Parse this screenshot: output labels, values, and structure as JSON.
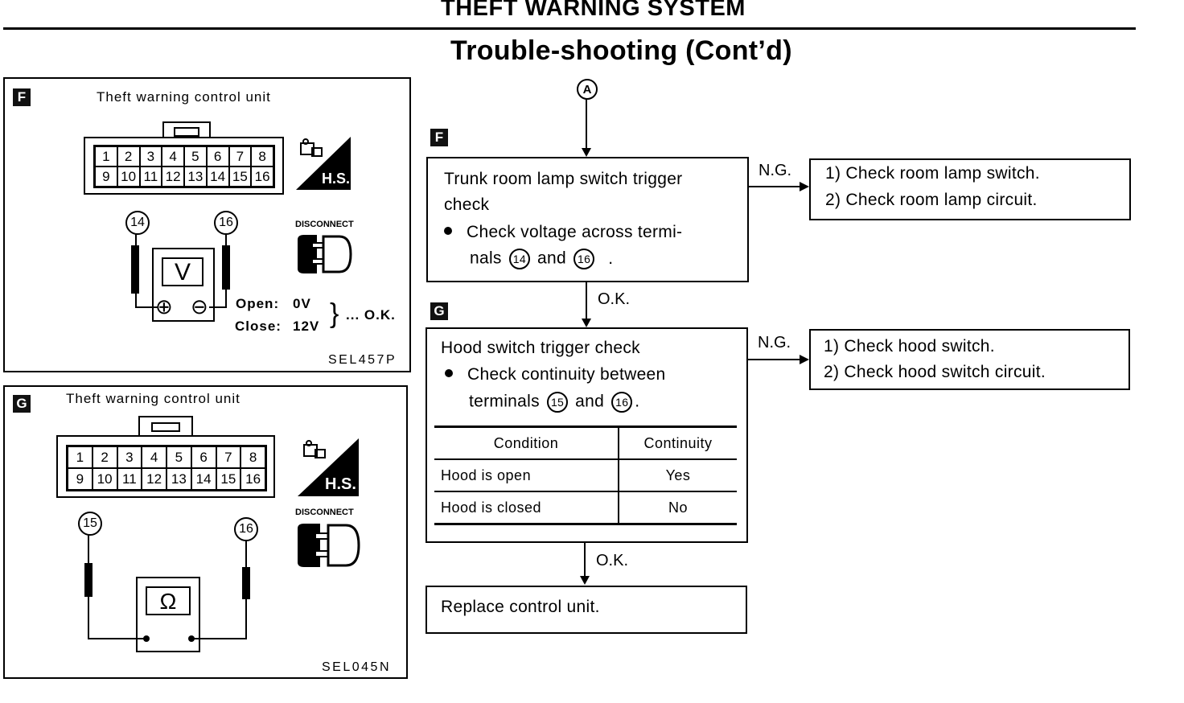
{
  "header": {
    "system_title": "THEFT WARNING SYSTEM",
    "section_title": "Trouble-shooting (Cont’d)"
  },
  "panel_f": {
    "tag": "F",
    "title": "Theft warning control unit",
    "pins_top": [
      "1",
      "2",
      "3",
      "4",
      "5",
      "6",
      "7",
      "8"
    ],
    "pins_bottom": [
      "9",
      "10",
      "11",
      "12",
      "13",
      "14",
      "15",
      "16"
    ],
    "probe_left": "14",
    "probe_right": "16",
    "meter_symbol": "V",
    "plus_symbol": "⊕",
    "minus_symbol": "⊖",
    "open_label": "Open:",
    "open_value": "0V",
    "close_label": "Close:",
    "close_value": "12V",
    "result": "... O.K.",
    "hs_label": "H.S.",
    "disconnect_label": "DISCONNECT",
    "code": "SEL457P"
  },
  "panel_g": {
    "tag": "G",
    "title": "Theft warning control unit",
    "pins_top": [
      "1",
      "2",
      "3",
      "4",
      "5",
      "6",
      "7",
      "8"
    ],
    "pins_bottom": [
      "9",
      "10",
      "11",
      "12",
      "13",
      "14",
      "15",
      "16"
    ],
    "probe_left": "15",
    "probe_right": "16",
    "meter_symbol": "Ω",
    "hs_label": "H.S.",
    "disconnect_label": "DISCONNECT",
    "code": "SEL045N"
  },
  "flow": {
    "start_marker": "A",
    "step_f": {
      "tag": "F",
      "line1": "Trunk room lamp switch trigger",
      "line2": "check",
      "bullet_line1": "Check voltage across termi-",
      "bullet_line2a": "nals",
      "term_a": "14",
      "and": "and",
      "term_b": "16",
      "tail": "."
    },
    "ng_label_1": "N.G.",
    "ng_box_1": {
      "item1": "1) Check room lamp switch.",
      "item2": "2) Check room lamp circuit."
    },
    "ok_label_1": "O.K.",
    "step_g": {
      "tag": "G",
      "line1": "Hood switch trigger check",
      "bullet_line1": "Check continuity between",
      "bullet_line2a": "terminals",
      "term_a": "15",
      "and": "and",
      "term_b": "16",
      "tail": ".",
      "table": {
        "headers": [
          "Condition",
          "Continuity"
        ],
        "rows": [
          [
            "Hood is open",
            "Yes"
          ],
          [
            "Hood is closed",
            "No"
          ]
        ]
      }
    },
    "ng_label_2": "N.G.",
    "ng_box_2": {
      "item1": "1) Check hood switch.",
      "item2": "2) Check hood switch circuit."
    },
    "ok_label_2": "O.K.",
    "final_box": "Replace control unit."
  }
}
